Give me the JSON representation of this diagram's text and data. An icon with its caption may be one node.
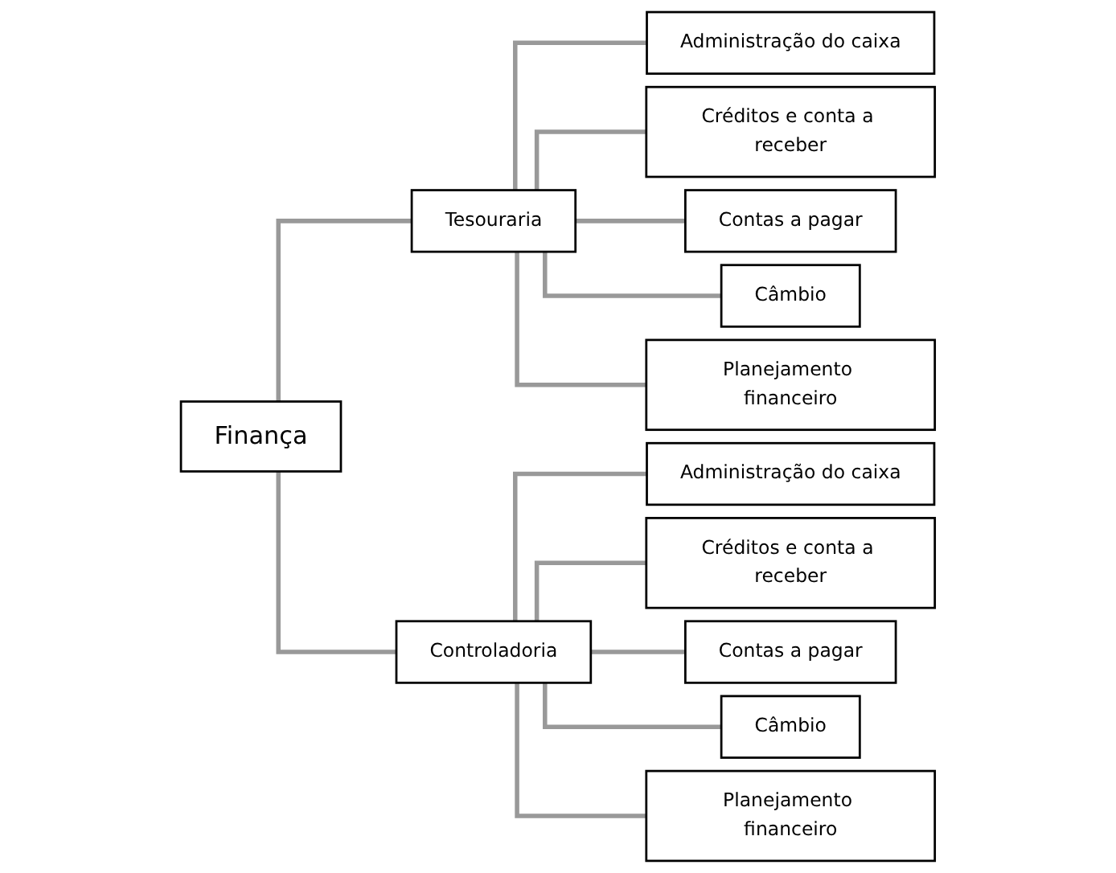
{
  "diagram": {
    "nodes": [
      {
        "text": [
          "Finança"
        ]
      },
      {
        "text": [
          "Tesouraria"
        ]
      },
      {
        "text": [
          "Controladoria"
        ]
      },
      {
        "text": [
          "Administração do caixa"
        ]
      },
      {
        "text": [
          "Créditos e conta a receber"
        ]
      },
      {
        "text": [
          "Contas a pagar"
        ]
      },
      {
        "text": [
          "Câmbio"
        ]
      },
      {
        "text": [
          "Planejamento financeiro"
        ]
      },
      {
        "text": [
          "Administração do caixa"
        ]
      },
      {
        "text": [
          "Créditos e conta a receber"
        ]
      },
      {
        "text": [
          "Contas a pagar"
        ]
      },
      {
        "text": [
          "Câmbio"
        ]
      },
      {
        "text": [
          "Planejamento financeiro"
        ]
      }
    ],
    "edges": [
      {
        "from": 0,
        "to": 1,
        "arrow": "none"
      },
      {
        "from": 0,
        "to": 2,
        "arrow": "none"
      },
      {
        "from": 1,
        "to": 3,
        "arrow": "none"
      },
      {
        "from": 1,
        "to": 4,
        "arrow": "none"
      },
      {
        "from": 1,
        "to": 5,
        "arrow": "none"
      },
      {
        "from": 1,
        "to": 6,
        "arrow": "none"
      },
      {
        "from": 1,
        "to": 7,
        "arrow": "none"
      },
      {
        "from": 2,
        "to": 8,
        "arrow": "none"
      },
      {
        "from": 2,
        "to": 9,
        "arrow": "none"
      },
      {
        "from": 2,
        "to": 10,
        "arrow": "none"
      },
      {
        "from": 2,
        "to": 11,
        "arrow": "none"
      },
      {
        "from": 2,
        "to": 12,
        "arrow": "none"
      }
    ]
  }
}
